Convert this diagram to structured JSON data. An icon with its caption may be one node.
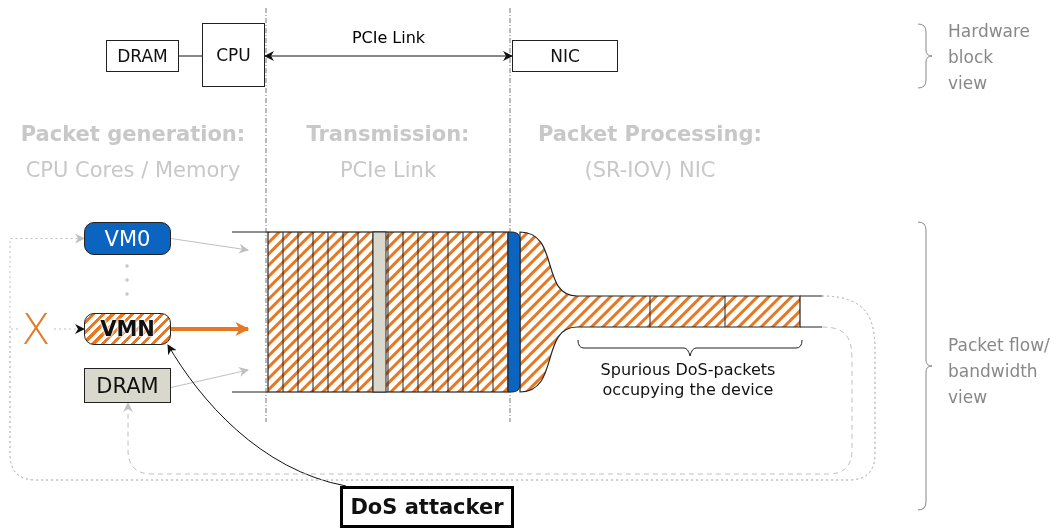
{
  "diagram": {
    "nodes": [
      {
        "text": [
          "DRAM"
        ]
      },
      {
        "text": [
          "CPU"
        ]
      },
      {
        "text": [
          "NIC"
        ]
      },
      {
        "text": [
          "VM0"
        ]
      },
      {
        "text": [
          "VMN"
        ]
      },
      {
        "text": [
          "DRAM"
        ]
      },
      {
        "text": [
          "X"
        ]
      },
      {
        "text": [
          "DoS attacker"
        ]
      },
      {
        "text": [],
        "shape": "bar"
      }
    ],
    "edges": [
      {
        "from": 0,
        "to": 1,
        "arrow": "none",
        "color": "#111111"
      },
      {
        "from": 1,
        "to": 2,
        "arrow": "both",
        "label": "PCIe Link",
        "color": "#111111"
      },
      {
        "from": 6,
        "to": 4,
        "arrow": "to",
        "style": "dashed",
        "color": "#c0c0c0"
      },
      {
        "from": 3,
        "to": 8,
        "arrow": "to",
        "color": "#c0c0c0"
      },
      {
        "from": 4,
        "to": 8,
        "arrow": "to",
        "style": "thick",
        "color": "#e87722"
      },
      {
        "from": 5,
        "to": 8,
        "arrow": "to",
        "color": "#c0c0c0"
      },
      {
        "from": 7,
        "to": 4,
        "arrow": "to",
        "color": "#111111"
      },
      {
        "from": 8,
        "to": 5,
        "arrow": "to",
        "style": "dashed",
        "color": "#c0c0c0"
      },
      {
        "from": 8,
        "to": 3,
        "arrow": "to",
        "style": "dashed",
        "color": "#c0c0c0"
      },
      {
        "from": 8,
        "to": 6,
        "arrow": "none",
        "style": "dashed",
        "color": "#c0c0c0"
      }
    ],
    "labels": [
      "Packet generation:",
      "CPU Cores / Memory",
      "Transmission:",
      "PCIe Link",
      "Packet Processing:",
      "(SR-IOV) NIC",
      "Hardware block view",
      "Packet flow/ bandwidth view",
      "Spurious DoS-packets occupying the device"
    ]
  }
}
